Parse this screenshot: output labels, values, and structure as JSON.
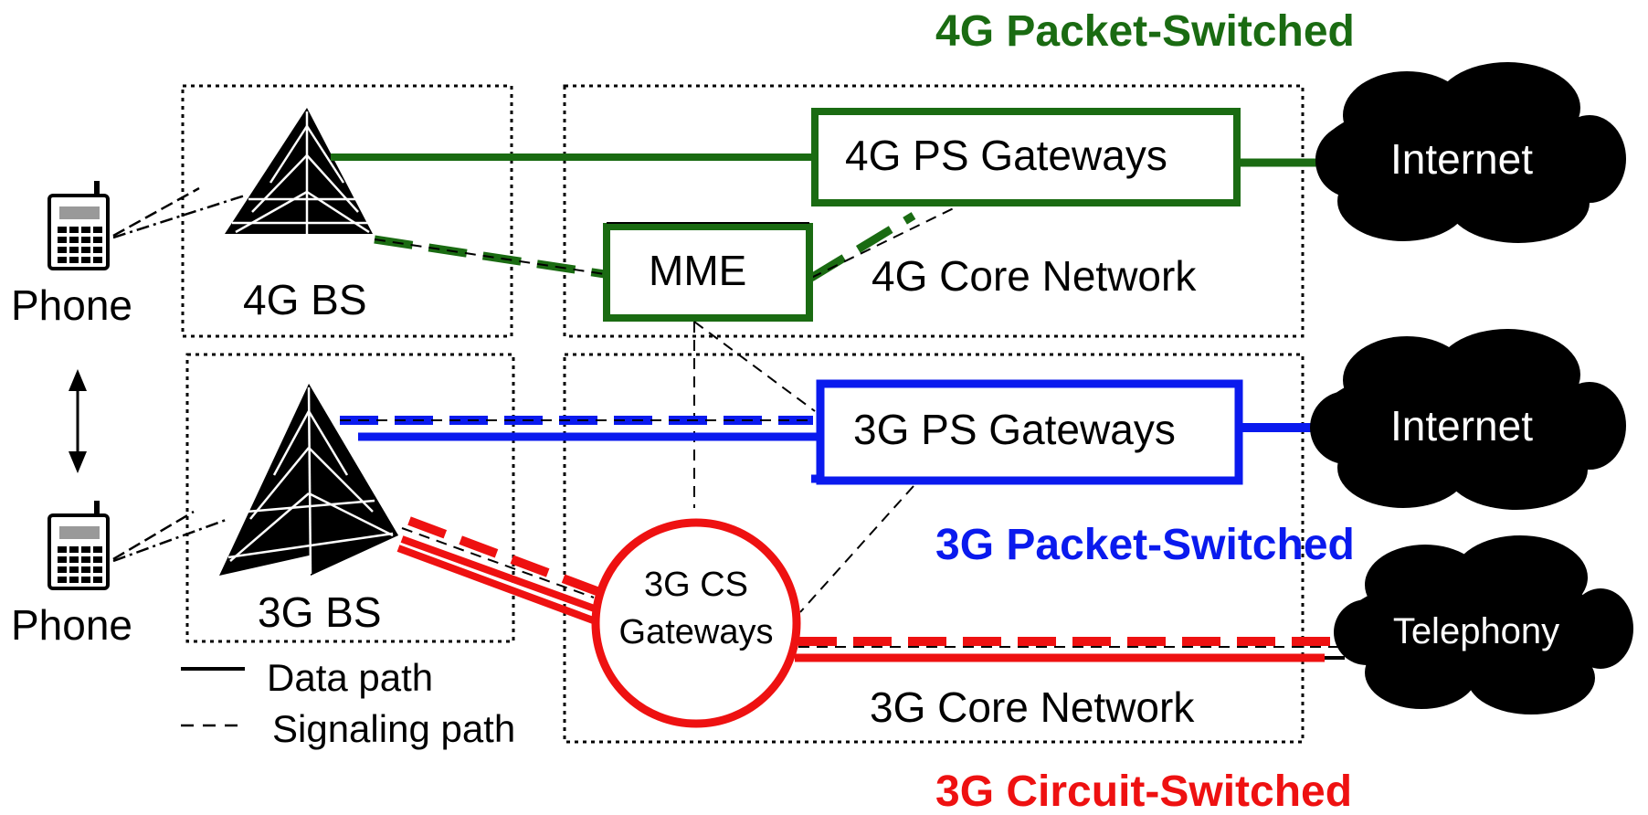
{
  "titles": {
    "ps4g": "4G Packet-Switched",
    "ps3g": "3G Packet-Switched",
    "cs3g": "3G Circuit-Switched"
  },
  "phones": {
    "top": "Phone",
    "bottom": "Phone"
  },
  "base_stations": {
    "bs4g": "4G BS",
    "bs3g": "3G BS"
  },
  "core": {
    "net4g": "4G Core Network",
    "net3g": "3G Core Network",
    "ps4g_gw": "4G PS Gateways",
    "mme": "MME",
    "ps3g_gw": "3G PS Gateways",
    "cs3g_gw_line1": "3G CS",
    "cs3g_gw_line2": "Gateways"
  },
  "clouds": {
    "internet_top": "Internet",
    "internet_mid": "Internet",
    "telephony": "Telephony"
  },
  "legend": {
    "data": "Data path",
    "signaling": "Signaling path"
  },
  "colors": {
    "ps4g": "#1a6b12",
    "ps3g": "#0a1aee",
    "cs3g": "#ee1111",
    "text": "#000000",
    "cloud": "#000000"
  }
}
